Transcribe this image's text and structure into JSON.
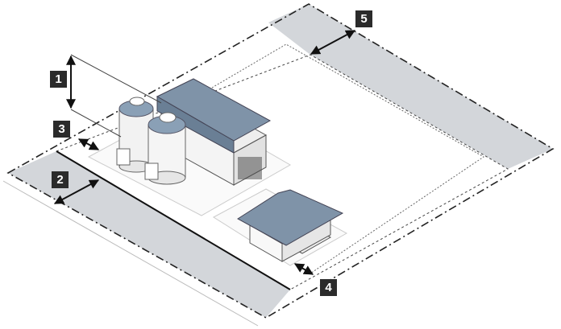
{
  "callouts": [
    {
      "id": "1",
      "label": "1"
    },
    {
      "id": "2",
      "label": "2"
    },
    {
      "id": "3",
      "label": "3"
    },
    {
      "id": "4",
      "label": "4"
    },
    {
      "id": "5",
      "label": "5"
    }
  ],
  "colors": {
    "strip": "#d3d6da",
    "roof": "#7f93a8",
    "wall": "#f0f0f0",
    "label_bg": "#2b2b2b"
  }
}
